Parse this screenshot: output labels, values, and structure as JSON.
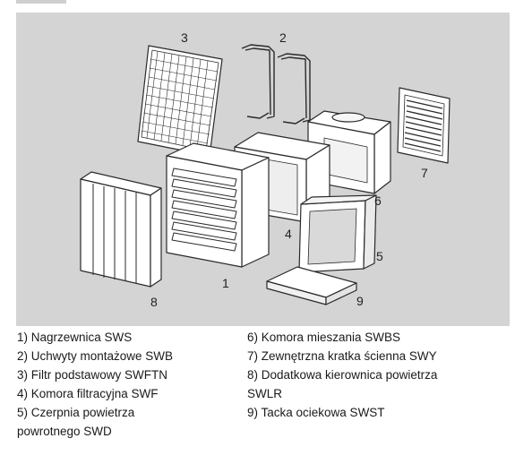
{
  "callouts": {
    "n1": "1",
    "n2": "2",
    "n3": "3",
    "n4": "4",
    "n5": "5",
    "n6": "6",
    "n7": "7",
    "n8": "8",
    "n9": "9"
  },
  "legend": {
    "left": [
      "1) Nagrzewnica SWS",
      "2) Uchwyty montażowe SWB",
      "3) Filtr podstawowy SWFTN",
      "4) Komora filtracyjna SWF",
      "5) Czerpnia powietrza",
      "powrotnego SWD"
    ],
    "right": [
      "6) Komora mieszania SWBS",
      "7) Zewnętrzna kratka ścienna SWY",
      "8) Dodatkowa kierownica powietrza",
      "SWLR",
      "9) Tacka ociekowa SWST"
    ]
  },
  "colors": {
    "panel": "#d4d4d4",
    "line": "#2a2a2a",
    "fill": "#ffffff"
  }
}
